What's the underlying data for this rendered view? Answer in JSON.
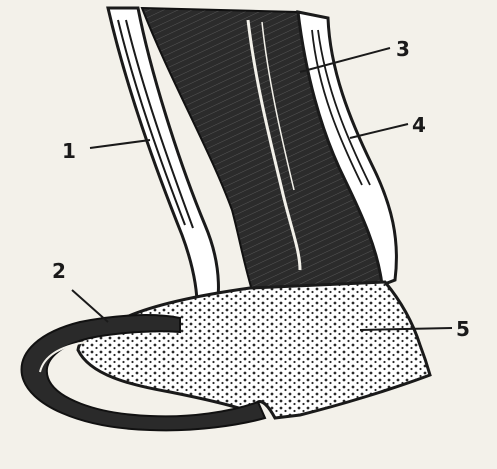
{
  "figure": {
    "labels": [
      {
        "id": "1",
        "text": "1"
      },
      {
        "id": "2",
        "text": "2"
      },
      {
        "id": "3",
        "text": "3"
      },
      {
        "id": "4",
        "text": "4"
      },
      {
        "id": "5",
        "text": "5"
      }
    ],
    "colors": {
      "ink": "#1a1a1a",
      "paper": "#f3f1ea",
      "dark_tissue": "#222222",
      "hatch": "#3a3a3a"
    }
  }
}
